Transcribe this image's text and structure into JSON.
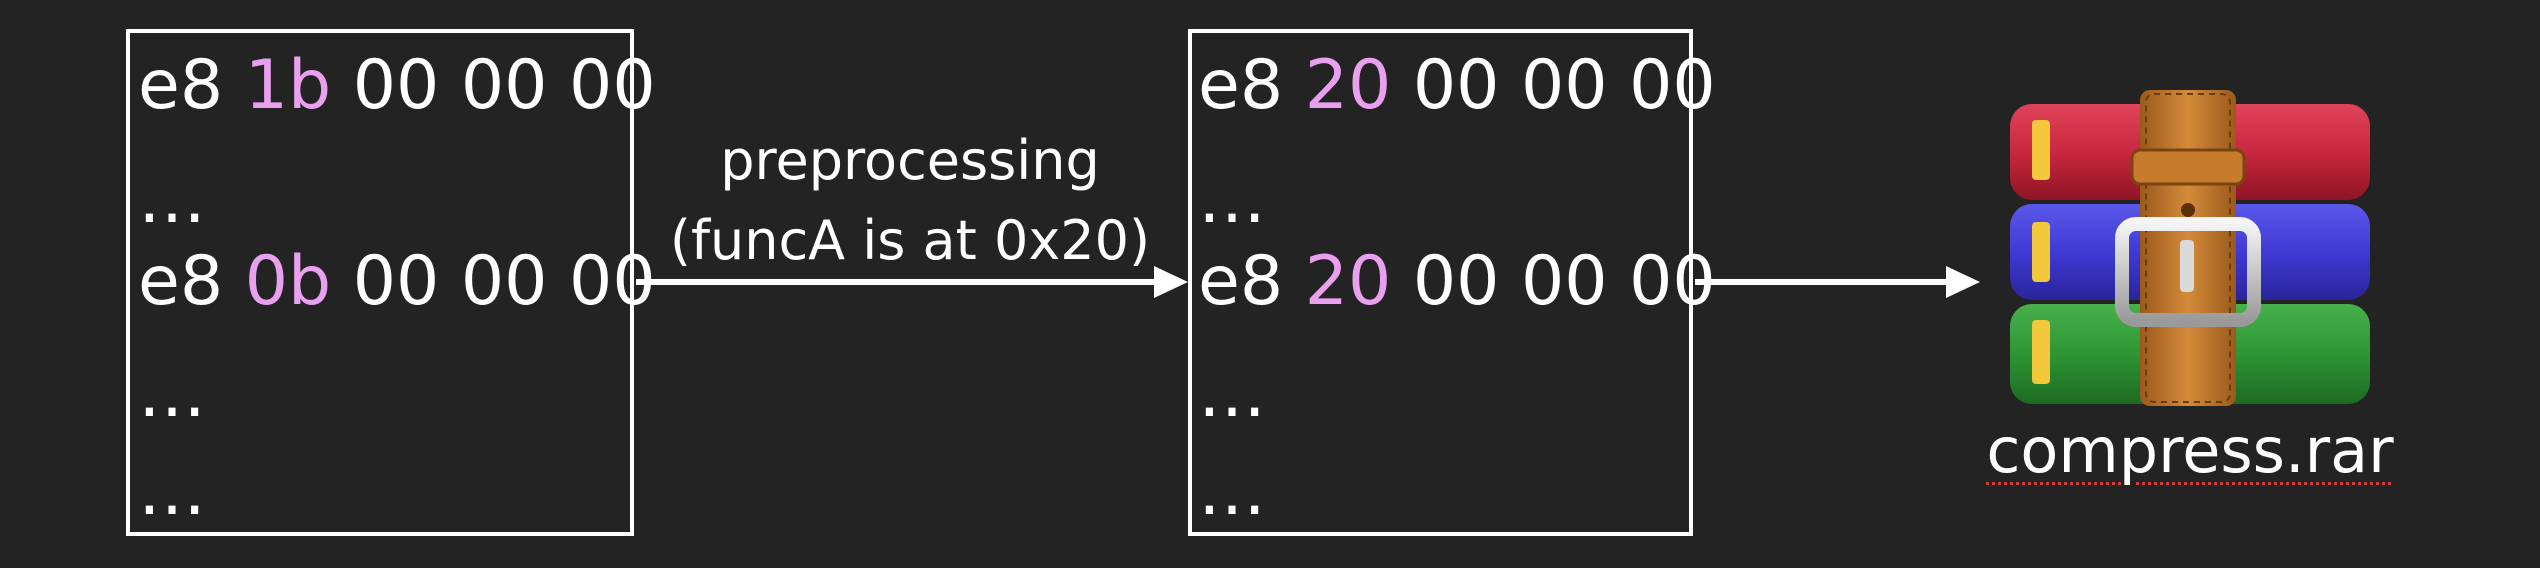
{
  "left_box": {
    "lines": [
      {
        "prefix": "e8 ",
        "highlight": "1b",
        "suffix": " 00 00 00"
      },
      {
        "text": "…"
      },
      {
        "prefix": "e8 ",
        "highlight": "0b",
        "suffix": " 00 00 00"
      },
      {
        "text": "…"
      },
      {
        "text": "…"
      }
    ]
  },
  "arrow_label": {
    "line1": "preprocessing",
    "line2": "(funcA is at 0x20)"
  },
  "right_box": {
    "lines": [
      {
        "prefix": "e8 ",
        "highlight": "20",
        "suffix": " 00 00 00"
      },
      {
        "text": "…"
      },
      {
        "prefix": "e8 ",
        "highlight": "20",
        "suffix": " 00 00 00"
      },
      {
        "text": "…"
      },
      {
        "text": "…"
      }
    ]
  },
  "archive": {
    "icon": "winrar-archive-icon",
    "filename": "compress.rar"
  },
  "colors": {
    "background": "#232323",
    "highlight": "#e9a0ee",
    "text": "#ffffff"
  }
}
